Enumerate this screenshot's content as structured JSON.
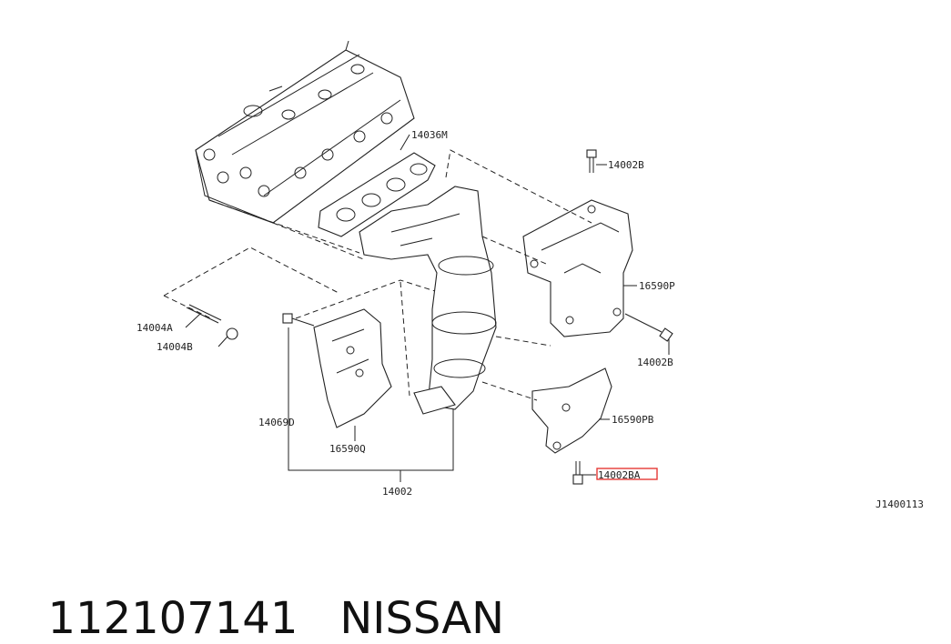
{
  "labels": {
    "cylinder_head_gasket": "14036M",
    "bolt_top": "14002B",
    "heat_shield_upper": "16590P",
    "bolt_right": "14002B",
    "stud": "14004A",
    "nut": "14004B",
    "heat_shield_lower": "16590PB",
    "bolt_lower_highlighted": "14002BA",
    "bracket": "14069D",
    "heat_shield_left": "16590Q",
    "manifold_assembly": "14002",
    "diagram_code": "J1400113"
  },
  "footer": {
    "part_number": "112107141",
    "brand": "NISSAN"
  },
  "colors": {
    "highlight": "#e53935",
    "line": "#222222"
  }
}
